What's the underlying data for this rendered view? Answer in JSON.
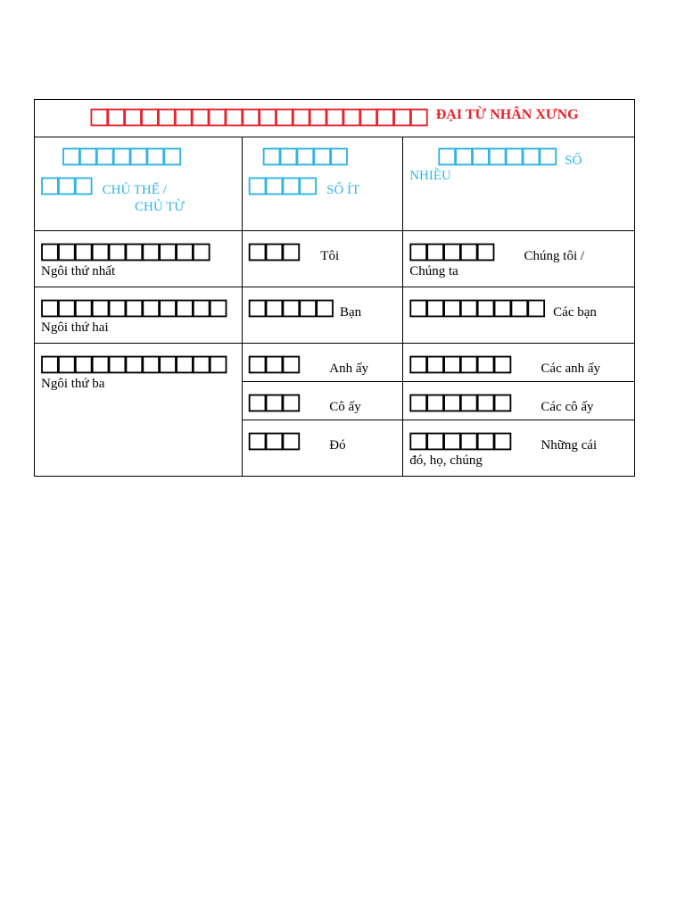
{
  "table": {
    "title_glyphs": "□□□□□□□□□□□□□□□□□□□□",
    "title_vi": "ĐẠI TỪ NHÂN XƯNG",
    "headers": {
      "subject": {
        "glyphs_line1": "□□□□□□□",
        "glyphs_line2": "□□□",
        "label_line1": "CHỦ THỂ /",
        "label_line2": "CHỦ TỪ"
      },
      "singular": {
        "glyphs_line1": "□□□□□",
        "glyphs_line2": "□□□□",
        "label": "SỐ ÍT"
      },
      "plural": {
        "glyphs": "□□□□□□□",
        "label_line1": "SỐ",
        "label_line2": "NHIỀU"
      }
    },
    "rows": {
      "first": {
        "person_glyphs": "□□□□□□□□□□",
        "person_vi": "Ngôi thứ nhất",
        "sing_glyphs": "□□□",
        "sing_vi": "Tôi",
        "plural_glyphs": "□□□□□",
        "plural_vi_line1": "Chúng tôi /",
        "plural_vi_line2": "Chúng ta"
      },
      "second": {
        "person_glyphs": "□□□□□□□□□□□",
        "person_vi": "Ngôi thứ hai",
        "sing_glyphs": "□□□□□",
        "sing_vi": "Bạn",
        "plural_glyphs": "□□□□□□□□",
        "plural_vi": "Các bạn"
      },
      "third": {
        "person_glyphs": "□□□□□□□□□□□",
        "person_vi": "Ngôi thứ ba",
        "he": {
          "sing_glyphs": "□□□",
          "sing_vi": "Anh ấy",
          "plural_glyphs": "□□□□□□",
          "plural_vi": "Các anh ấy"
        },
        "she": {
          "sing_glyphs": "□□□",
          "sing_vi": "Cô ấy",
          "plural_glyphs": "□□□□□□",
          "plural_vi": "Các cô ấy"
        },
        "it": {
          "sing_glyphs": "□□□",
          "sing_vi": "Đó",
          "plural_glyphs": "□□□□□□",
          "plural_vi_line1": "Những cái",
          "plural_vi_line2": "đó,  họ, chúng"
        }
      }
    }
  },
  "colors": {
    "title_red": "#e8232b",
    "header_blue": "#2fb4e4",
    "border": "#000000"
  }
}
